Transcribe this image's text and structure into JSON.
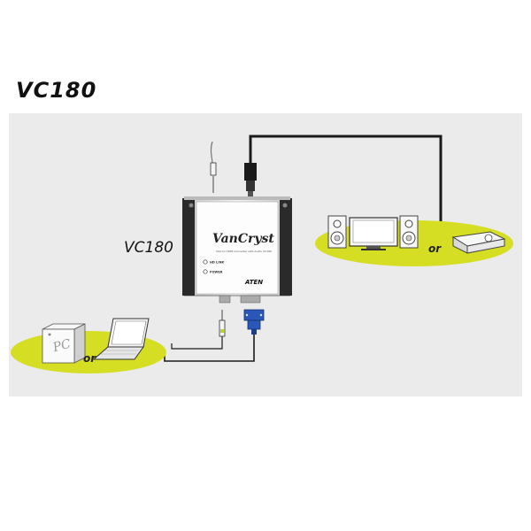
{
  "header": {
    "title": "VC180"
  },
  "device": {
    "label": "VC180",
    "brand": "VanCryst",
    "subtitle": "VGA to HDMI Converter with Audio VC180",
    "led_hdmi_link": "HD LINK",
    "led_power": "POWER",
    "maker": "ATEN"
  },
  "source_group": {
    "pc_label": "PC",
    "or_label": "or"
  },
  "display_group": {
    "or_label": "or"
  },
  "colors": {
    "panel_bg": "#ebebeb",
    "platform": "#d5de23",
    "cable": "#1a1a1a",
    "vga_blue": "#2b58b8"
  }
}
